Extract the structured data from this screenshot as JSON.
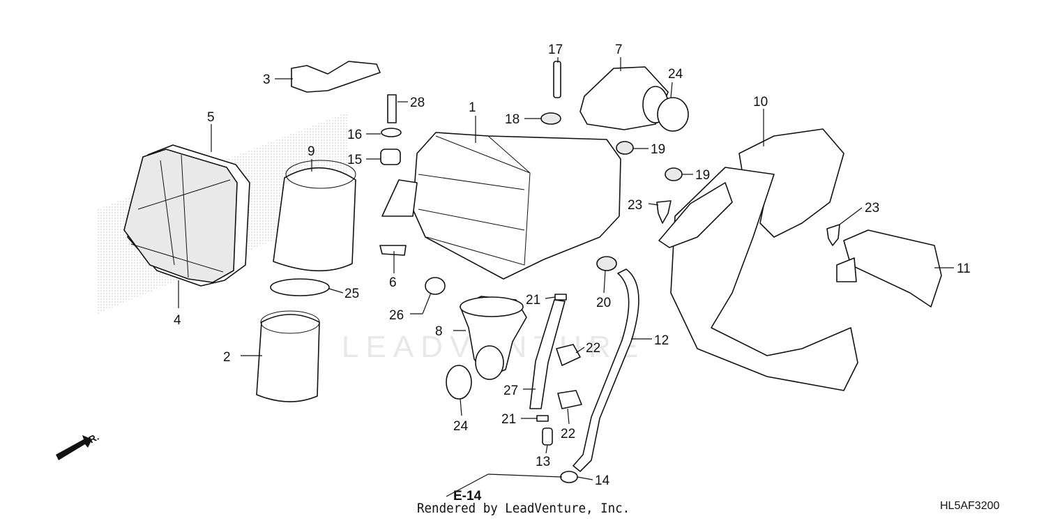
{
  "diagram": {
    "watermark": "LEADVENTURE",
    "credit": "Rendered by LeadVenture, Inc.",
    "code": "HL5AF3200",
    "ref_label": "E-14",
    "front_label": "FR.",
    "callouts": [
      {
        "id": "c1",
        "label": "1"
      },
      {
        "id": "c2",
        "label": "2"
      },
      {
        "id": "c3",
        "label": "3"
      },
      {
        "id": "c4",
        "label": "4"
      },
      {
        "id": "c5",
        "label": "5"
      },
      {
        "id": "c6",
        "label": "6"
      },
      {
        "id": "c7",
        "label": "7"
      },
      {
        "id": "c8",
        "label": "8"
      },
      {
        "id": "c9",
        "label": "9"
      },
      {
        "id": "c10",
        "label": "10"
      },
      {
        "id": "c11",
        "label": "11"
      },
      {
        "id": "c12",
        "label": "12"
      },
      {
        "id": "c13",
        "label": "13"
      },
      {
        "id": "c14",
        "label": "14"
      },
      {
        "id": "c15",
        "label": "15"
      },
      {
        "id": "c16",
        "label": "16"
      },
      {
        "id": "c17",
        "label": "17"
      },
      {
        "id": "c18",
        "label": "18"
      },
      {
        "id": "c19a",
        "label": "19"
      },
      {
        "id": "c19b",
        "label": "19"
      },
      {
        "id": "c20",
        "label": "20"
      },
      {
        "id": "c21a",
        "label": "21"
      },
      {
        "id": "c21b",
        "label": "21"
      },
      {
        "id": "c22a",
        "label": "22"
      },
      {
        "id": "c22b",
        "label": "22"
      },
      {
        "id": "c23a",
        "label": "23"
      },
      {
        "id": "c23b",
        "label": "23"
      },
      {
        "id": "c24a",
        "label": "24"
      },
      {
        "id": "c24b",
        "label": "24"
      },
      {
        "id": "c25",
        "label": "25"
      },
      {
        "id": "c26",
        "label": "26"
      },
      {
        "id": "c27",
        "label": "27"
      },
      {
        "id": "c28",
        "label": "28"
      }
    ]
  }
}
